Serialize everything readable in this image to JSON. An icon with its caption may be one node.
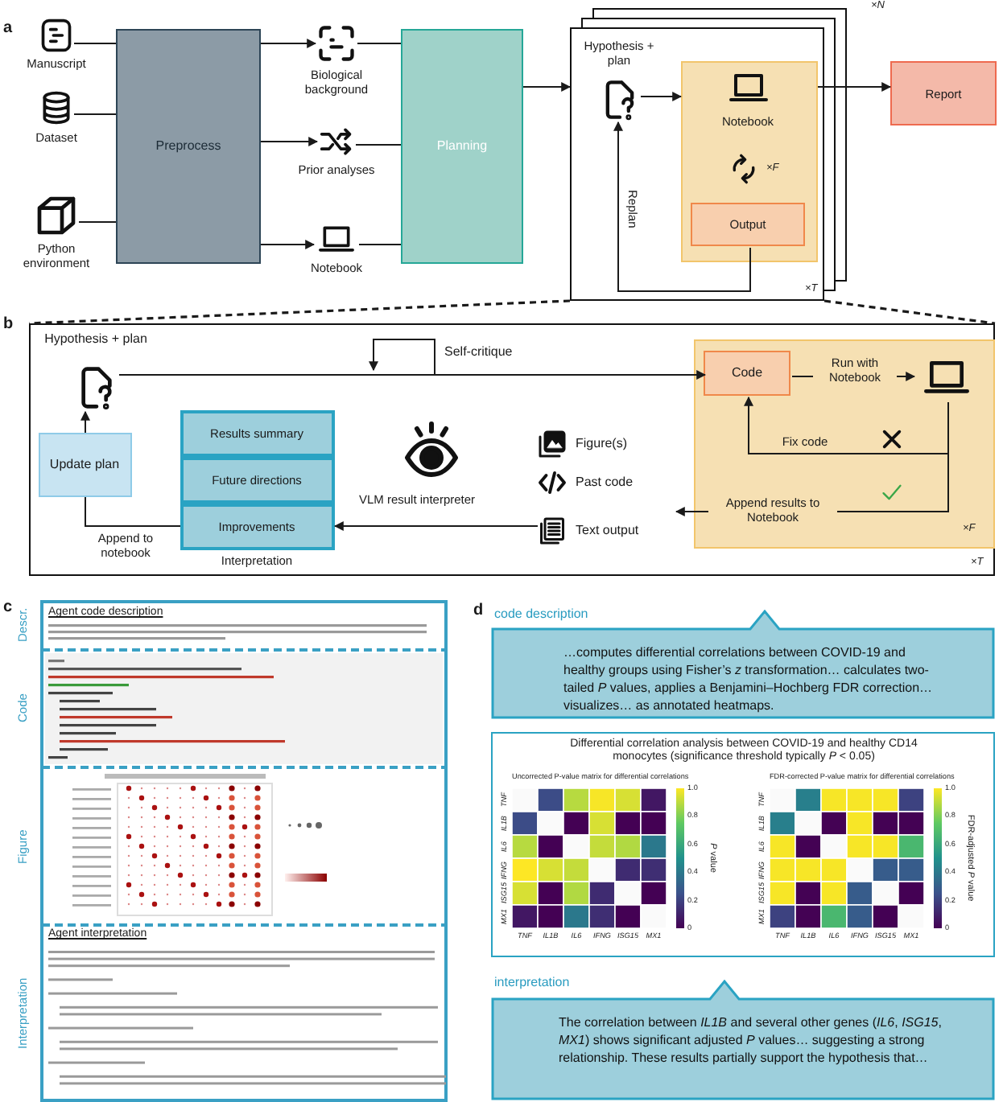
{
  "diagram": {
    "nodes": [
      {
        "text": [
          "Manuscript"
        ]
      },
      {
        "text": [
          "Dataset"
        ]
      },
      {
        "text": [
          "Python environment"
        ]
      },
      {
        "text": [
          "Preprocess"
        ]
      },
      {
        "text": [
          "Biological background"
        ]
      },
      {
        "text": [
          "Prior analyses"
        ]
      },
      {
        "text": [
          "Notebook"
        ]
      },
      {
        "text": [
          "Planning"
        ]
      },
      {
        "text": [],
        "shape": "box"
      },
      {
        "text": [
          "Hypothesis + plan"
        ],
        "in": 8
      },
      {
        "text": [
          "Notebook"
        ],
        "in": 8
      },
      {
        "text": [
          "Output"
        ],
        "in": 10
      },
      {
        "text": [
          "Report"
        ]
      },
      {
        "text": [],
        "shape": "box"
      },
      {
        "text": [
          "Hypothesis + plan"
        ],
        "in": 13
      },
      {
        "text": [],
        "shape": "box",
        "in": 13
      },
      {
        "text": [
          "Code"
        ],
        "in": 15
      },
      {
        "text": [],
        "shape": "laptop",
        "in": 15
      },
      {
        "text": [
          "Figure(s)"
        ],
        "in": 13
      },
      {
        "text": [
          "Past code"
        ],
        "in": 13
      },
      {
        "text": [
          "Text output"
        ],
        "in": 13
      },
      {
        "text": [
          "Interpretation"
        ],
        "in": 13
      },
      {
        "text": [
          "Results summary"
        ],
        "in": 21
      },
      {
        "text": [
          "Future directions"
        ],
        "in": 21
      },
      {
        "text": [
          "Improvements"
        ],
        "in": 21
      },
      {
        "text": [
          "Update plan"
        ],
        "in": 13
      },
      {
        "text": [
          "code description",
          "…computes differential correlations between COVID-19 and healthy groups using Fisher’s *z* transformation… calculates two-tailed *P* values, applies a Benjamini–Hochberg FDR correction… visualizes… as annotated heatmaps."
        ]
      },
      {
        "text": [
          "Differential correlation analysis between COVID-19 and healthy CD14 monocytes (significance threshold typically *P* < 0.05)"
        ]
      },
      {
        "text": [
          "interpretation",
          "The correlation between *IL1B* and several other genes (*IL6*, *ISG15*, *MX1*) shows significant adjusted *P* values… suggesting a strong relationship. These results partially support the hypothesis that…"
        ]
      }
    ],
    "edges": [
      {
        "from": 0,
        "to": 3,
        "arrow": "none"
      },
      {
        "from": 1,
        "to": 3,
        "arrow": "none"
      },
      {
        "from": 2,
        "to": 3,
        "arrow": "none"
      },
      {
        "from": 3,
        "to": 4,
        "arrow": "to"
      },
      {
        "from": 3,
        "to": 5,
        "arrow": "to"
      },
      {
        "from": 3,
        "to": 6,
        "arrow": "to"
      },
      {
        "from": 4,
        "to": 7,
        "arrow": "none"
      },
      {
        "from": 5,
        "to": 7,
        "arrow": "none"
      },
      {
        "from": 6,
        "to": 7,
        "arrow": "none"
      },
      {
        "from": 7,
        "to": 8,
        "arrow": "to"
      },
      {
        "from": 9,
        "to": 10,
        "arrow": "to"
      },
      {
        "from": 10,
        "to": 12,
        "arrow": "to"
      },
      {
        "from": 11,
        "to": 9,
        "arrow": "to",
        "label": "Replan"
      },
      {
        "from": 8,
        "to": 13,
        "arrow": "none",
        "style": "dashed"
      },
      {
        "from": 8,
        "to": 13,
        "arrow": "none",
        "style": "dashed"
      },
      {
        "from": 14,
        "to": 16,
        "arrow": "to"
      },
      {
        "from": 16,
        "to": 17,
        "arrow": "to",
        "label": "Run with Notebook"
      },
      {
        "from": 17,
        "to": 16,
        "arrow": "to",
        "label": "Fix code"
      },
      {
        "from": 17,
        "to": null,
        "arrow": "to",
        "label": "Append results to Notebook"
      },
      {
        "from": 20,
        "to": 24,
        "arrow": "to",
        "label": "VLM result interpreter"
      },
      {
        "from": 24,
        "to": 25,
        "arrow": "none",
        "label": "Append to notebook"
      },
      {
        "from": 25,
        "to": 14,
        "arrow": "to"
      }
    ],
    "labels": [
      "a",
      "b",
      "c",
      "d",
      "×N",
      "×F",
      "×T",
      "Self-critique",
      "×F",
      "×T",
      "Descr.",
      "Code",
      "Figure",
      "Interpretation",
      "Agent code description",
      "Agent interpretation",
      "Uncorrected P-value matrix for differential correlations",
      "FDR-corrected P-value matrix for differential correlations",
      "*P* value",
      "FDR-adjusted *P* value",
      "TNF",
      "IL1B",
      "IL6",
      "IFNG",
      "ISG15",
      "MX1",
      "TNF",
      "IL1B",
      "IL6",
      "IFNG",
      "ISG15",
      "MX1",
      "TNF",
      "IL1B",
      "IL6",
      "IFNG",
      "ISG15",
      "MX1",
      "TNF",
      "IL1B",
      "IL6",
      "IFNG",
      "ISG15",
      "MX1",
      "1.0",
      "0.8",
      "0.6",
      "0.4",
      "0.2",
      "0",
      "1.0",
      "0.8",
      "0.6",
      "0.4",
      "0.2",
      "0"
    ]
  }
}
